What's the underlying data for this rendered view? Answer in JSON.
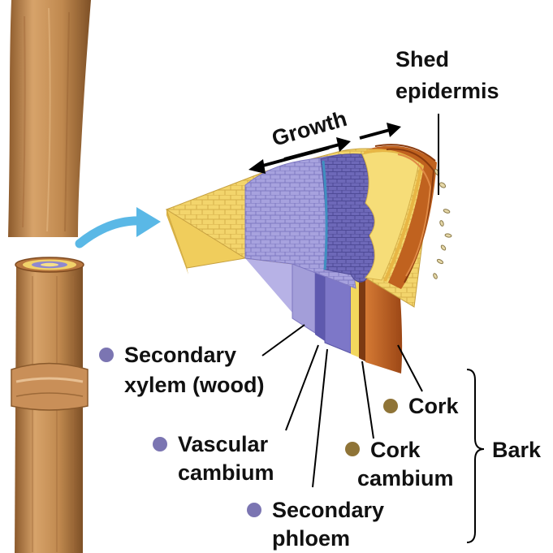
{
  "labels": {
    "shed_epidermis_line1": "Shed",
    "shed_epidermis_line2": "epidermis",
    "growth": "Growth",
    "secondary_xylem_line1": "Secondary",
    "secondary_xylem_line2": "xylem (wood)",
    "vascular_cambium_line1": "Vascular",
    "vascular_cambium_line2": "cambium",
    "secondary_phloem_line1": "Secondary",
    "secondary_phloem_line2": "phloem",
    "cork": "Cork",
    "cork_cambium_line1": "Cork",
    "cork_cambium_line2": "cambium",
    "bark": "Bark"
  },
  "colors": {
    "xylem_dot": "#7b75b2",
    "vascular_cambium_dot": "#7b75b2",
    "phloem_dot": "#7b75b2",
    "cork_dot": "#8f7437",
    "cork_cambium_dot": "#8f7437",
    "stem_wood": "#c08a55",
    "pith_yellow": "#f0cf5f",
    "xylem_purple": "#9c97d8",
    "phloem_purple": "#5f5aa8",
    "cork_brown": "#b8581f",
    "arrow_blue": "#5ab8e6"
  }
}
